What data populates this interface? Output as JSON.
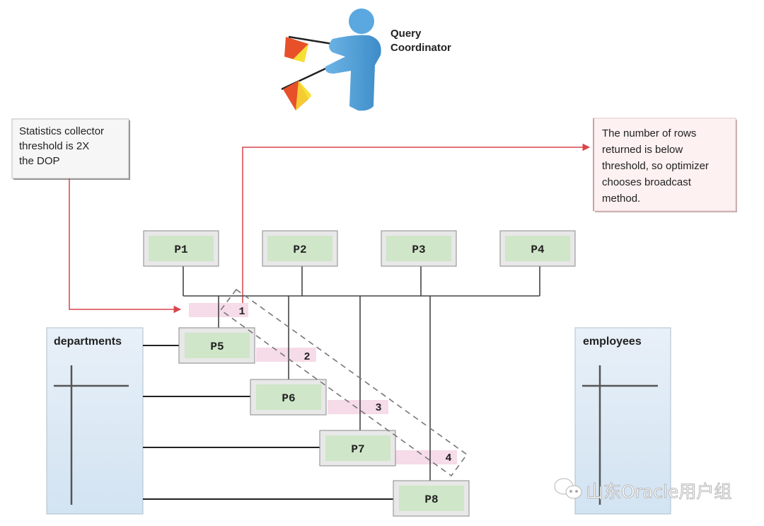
{
  "coordinator": {
    "label_line1": "Query",
    "label_line2": "Coordinator",
    "icon": "semaphore-person-icon"
  },
  "notes": {
    "statistics": {
      "lines": [
        "Statistics collector",
        "threshold is 2X",
        "the DOP"
      ]
    },
    "broadcast": {
      "lines": [
        "The number of rows",
        "returned is below",
        "threshold, so optimizer",
        "chooses broadcast",
        "method."
      ]
    }
  },
  "producers": [
    "P1",
    "P2",
    "P3",
    "P4"
  ],
  "consumers": [
    "P5",
    "P6",
    "P7",
    "P8"
  ],
  "rows": [
    "1",
    "2",
    "3",
    "4"
  ],
  "tables": {
    "left": "departments",
    "right": "employees"
  },
  "watermark": {
    "text": "山东Oracle用户组",
    "icon": "wechat-icon"
  },
  "colors": {
    "process_fill": "#cfe6c8",
    "process_frame": "#e6e6e6",
    "row_highlight": "#f6dbe8",
    "arrow": "#d9454a",
    "table_fill": "#dbe8f4",
    "note_pink": "#fdf1f1",
    "figure_blue": "#4f9fd9"
  }
}
